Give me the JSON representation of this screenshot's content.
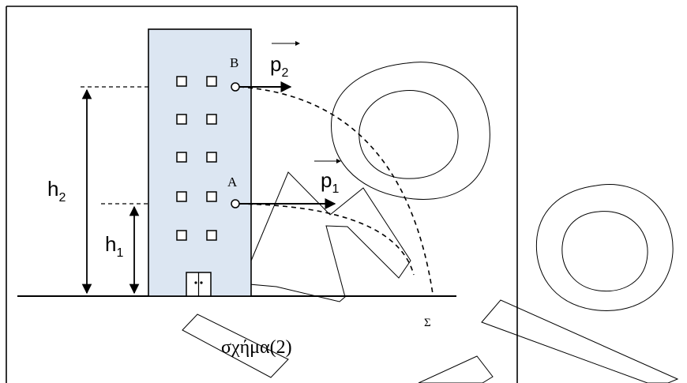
{
  "figure": {
    "caption": "σχήμα(2)",
    "point_a": "A",
    "point_b": "B",
    "point_sigma": "Σ",
    "height_1": {
      "main": "h",
      "sub": "1"
    },
    "height_2": {
      "main": "h",
      "sub": "2"
    },
    "momentum_1": {
      "main": "p",
      "sub": "1"
    },
    "momentum_2": {
      "main": "p",
      "sub": "2"
    }
  },
  "colors": {
    "building_fill": "#dce6f2",
    "line": "#000000",
    "watermark_stroke": "#000000"
  }
}
